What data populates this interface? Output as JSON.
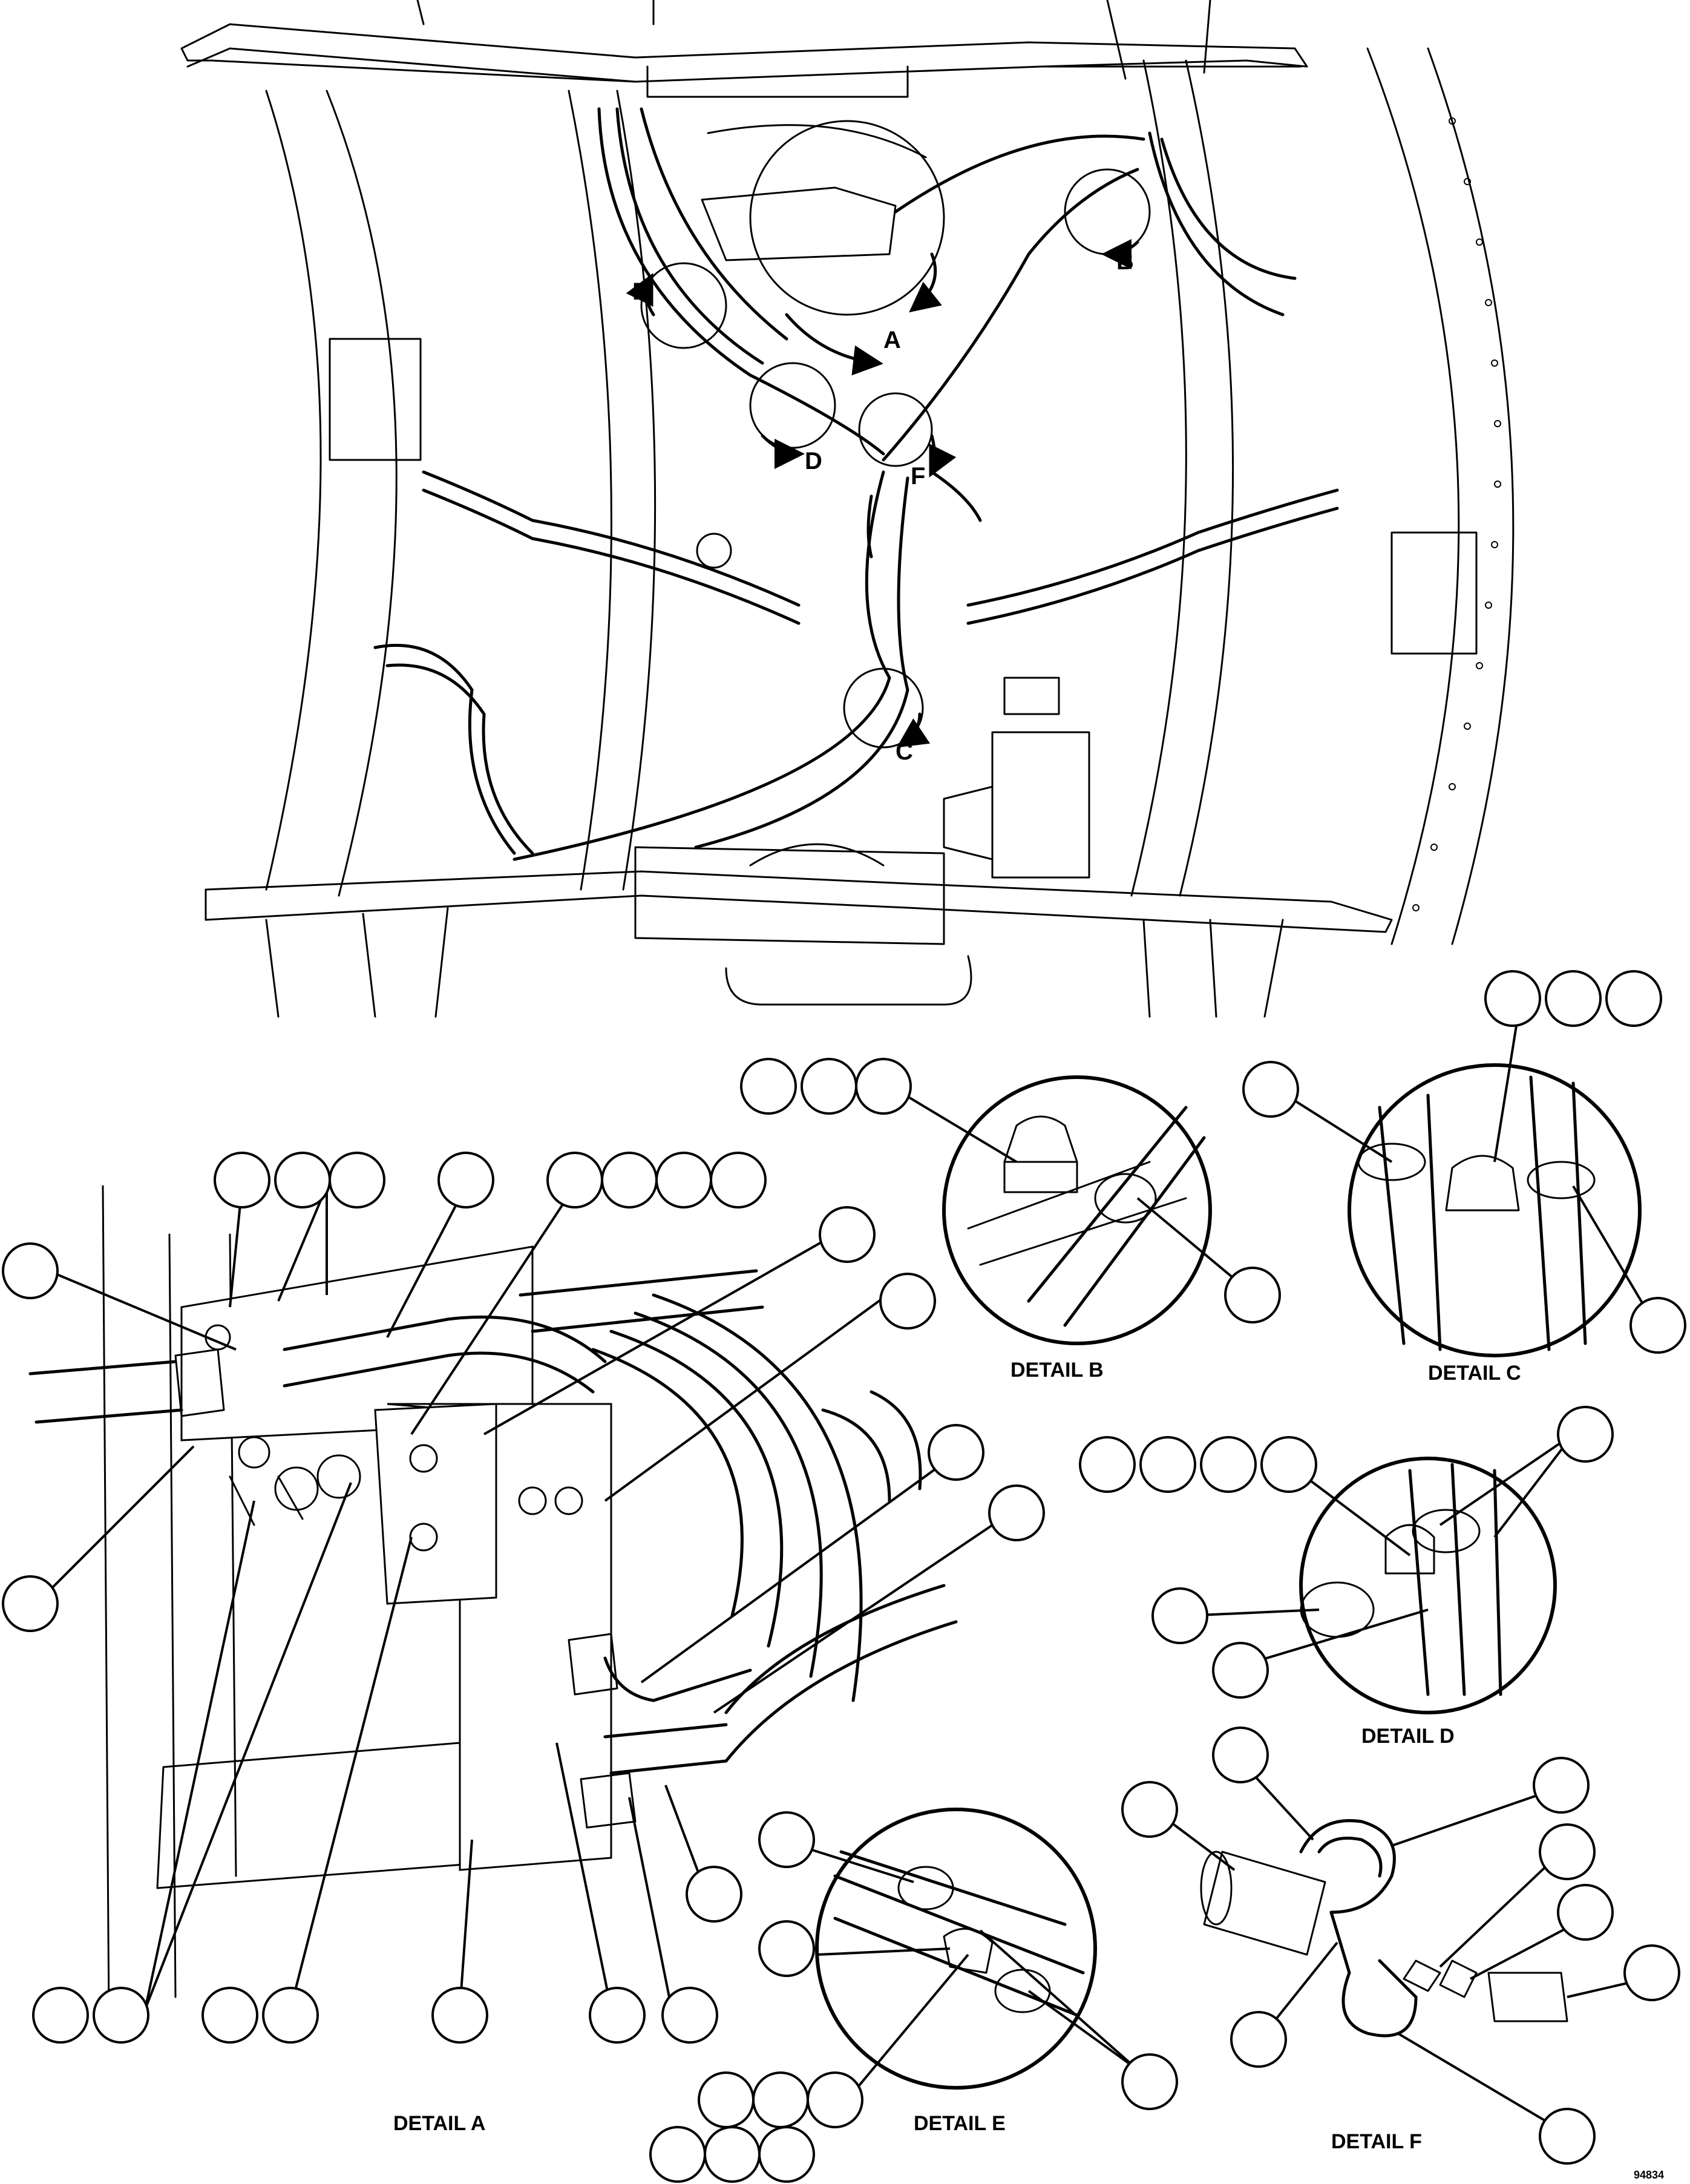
{
  "overview": {
    "detail_refs": [
      "A",
      "B",
      "C",
      "D",
      "E",
      "F"
    ]
  },
  "details": {
    "a": "DETAIL A",
    "b": "DETAIL B",
    "c": "DETAIL C",
    "d": "DETAIL D",
    "e": "DETAIL E",
    "f": "DETAIL F"
  },
  "drawing_number": "94834"
}
